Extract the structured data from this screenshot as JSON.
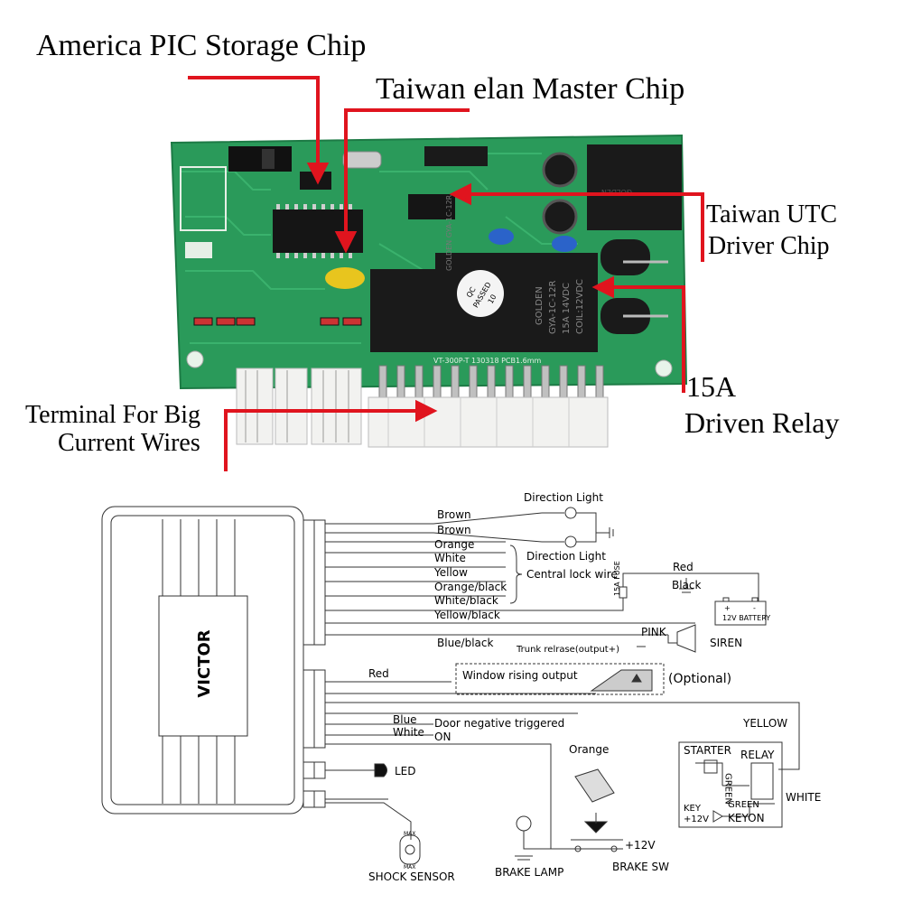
{
  "annotations": {
    "pic_chip": "America PIC Storage Chip",
    "elan_chip": "Taiwan elan Master Chip",
    "utc_line1": "Taiwan UTC",
    "utc_line2": "Driver Chip",
    "relay_line1": "15A",
    "relay_line2": "Driven Relay",
    "terminal_line1": "Terminal For Big",
    "terminal_line2": "Current Wires"
  },
  "board": {
    "relay_left_text": "GOLDEN GYA-1C-12R",
    "relay_right_text1": "GOLDEN",
    "relay_right_text2": "GYA-1C-12R",
    "relay_right_text3": "15A 14VDC",
    "relay_right_text4": "COIL:12VDC",
    "qc_sticker1": "QC",
    "qc_sticker2": "PASSED",
    "qc_sticker3": "10",
    "silk_text": "VT-300P-T  130318  PCB1.6mm"
  },
  "diagram": {
    "brand": "VICTOR",
    "wires": {
      "brown1": "Brown",
      "brown2": "Brown",
      "orange": "Orange",
      "white": "White",
      "yellow": "Yellow",
      "orange_black": "Orange/black",
      "white_black": "White/black",
      "yellow_black": "Yellow/black",
      "blue_black": "Blue/black",
      "red": "Red",
      "blue": "Blue",
      "white2": "White"
    },
    "labels": {
      "direction_light_top": "Direction Light",
      "direction_light_bottom": "Direction Light",
      "central_lock": "Central lock wire",
      "fuse": "15A FUSE",
      "red": "Red",
      "black": "Black",
      "battery": "12V BATTERY",
      "pink": "PINK",
      "siren": "SIREN",
      "trunk": "Trunk relrase(output+)",
      "window": "Window rising output",
      "optional": "(Optional)",
      "door": "Door negative triggered",
      "on": "ON",
      "yellow": "YELLOW",
      "orange": "Orange",
      "starter": "STARTER",
      "relay": "RELAY",
      "green_vertical": "GREEN",
      "green": "GREEN",
      "white": "WHITE",
      "key": "KEY",
      "key12": "+12V",
      "keyon": "KEYON",
      "plus12": "+12V",
      "led": "LED",
      "shock": "SHOCK SENSOR",
      "brake_lamp": "BRAKE LAMP",
      "brake_sw": "BRAKE SW",
      "max_top": "MAX",
      "max_bottom": "MAX",
      "plus": "+",
      "minus": "-"
    }
  },
  "colors": {
    "arrow": "#e0141e",
    "pcb": "#2a9a5a",
    "pcb_dark": "#1d7a45",
    "relay": "#1a1a1a",
    "header_white": "#f2f2f0"
  }
}
